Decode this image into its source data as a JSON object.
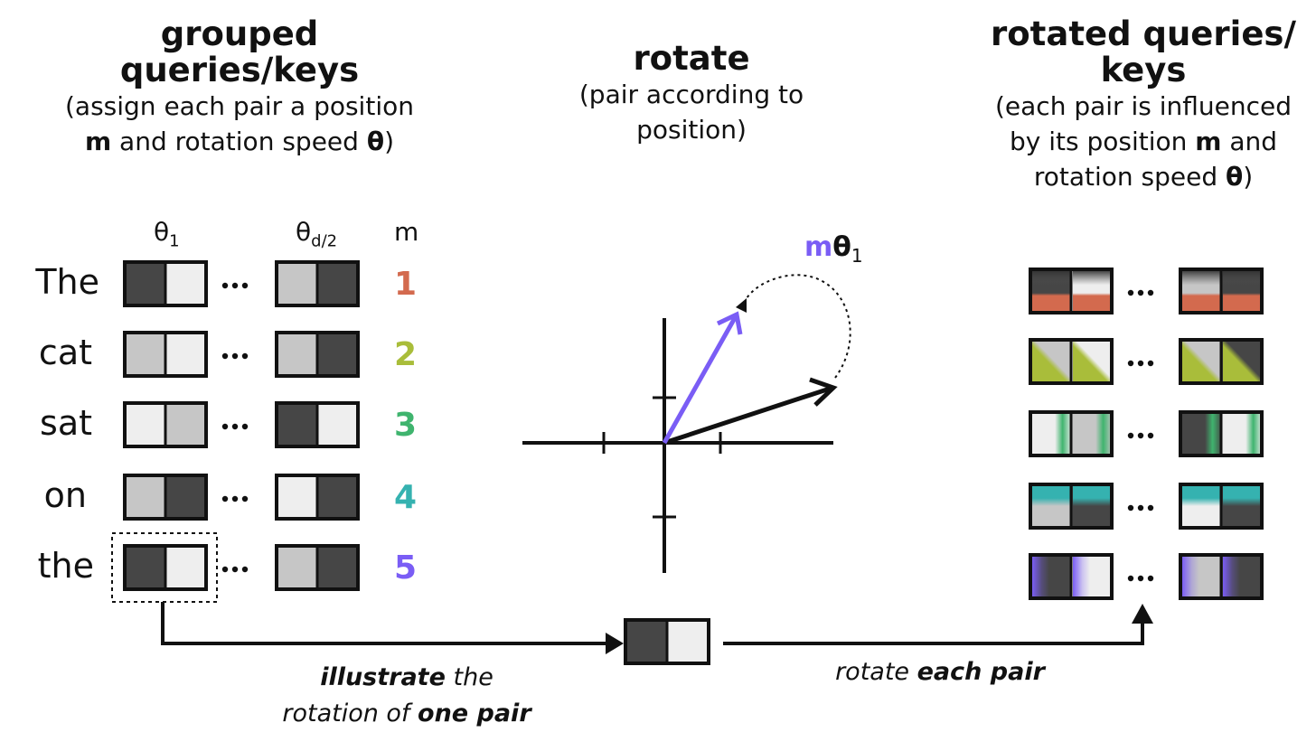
{
  "colors": {
    "dark": "#464646",
    "light": "#eeeeee",
    "mid": "#c6c6c6",
    "accent": "#7a5df5",
    "pos1": "#d36a4e",
    "pos2": "#a9bd3a",
    "pos3": "#3fb46e",
    "pos4": "#35b2b0",
    "pos5": "#7a5df5"
  },
  "headers": {
    "left": {
      "title_line1": "grouped",
      "title_line2": "queries/keys",
      "sub_line1": "(assign each pair a position",
      "sub_line2_bold1": "m",
      "sub_line2_mid": " and rotation speed ",
      "sub_line2_bold2": "θ",
      "sub_line2_end": ")"
    },
    "middle": {
      "title": "rotate",
      "sub_line1": "(pair according to",
      "sub_line2": "position)"
    },
    "right": {
      "title_line1": "rotated queries/",
      "title_line2": "keys",
      "sub_line1": "(each pair is influenced",
      "sub_line2_start": "by its position ",
      "sub_line2_bold": "m",
      "sub_line2_end": " and",
      "sub_line3_start": "rotation speed ",
      "sub_line3_bold": "θ",
      "sub_line3_end": ")"
    }
  },
  "column_labels": {
    "theta": "θ",
    "theta1_sub": "1",
    "thetad_sub": "d/2",
    "m": "m"
  },
  "ellipsis": "...",
  "tokens": [
    {
      "word": "The",
      "m": "1",
      "first": [
        "dark",
        "light"
      ],
      "last": [
        "mid",
        "dark"
      ]
    },
    {
      "word": "cat",
      "m": "2",
      "first": [
        "mid",
        "light"
      ],
      "last": [
        "mid",
        "dark"
      ]
    },
    {
      "word": "sat",
      "m": "3",
      "first": [
        "light",
        "mid"
      ],
      "last": [
        "dark",
        "light"
      ]
    },
    {
      "word": "on",
      "m": "4",
      "first": [
        "mid",
        "dark"
      ],
      "last": [
        "light",
        "dark"
      ]
    },
    {
      "word": "the",
      "m": "5",
      "first": [
        "dark",
        "light"
      ],
      "last": [
        "mid",
        "dark"
      ]
    }
  ],
  "rotation_label": {
    "m": "m",
    "theta": "θ",
    "sub": "1"
  },
  "captions": {
    "left_bold": "illustrate",
    "left_mid": " the",
    "left_line2": "rotation of ",
    "left_bold2": "one pair",
    "right": "rotate ",
    "right_bold": "each pair"
  }
}
